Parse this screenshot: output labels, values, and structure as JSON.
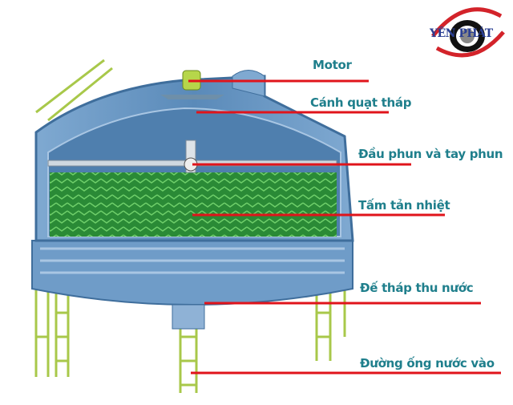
{
  "logo": {
    "text": "YÊN PHÁT"
  },
  "labels": {
    "motor": "Motor",
    "fan": "Cánh quạt tháp",
    "sprinkler": "Đầu phun và tay phun",
    "fill": "Tấm tản nhiệt",
    "basin": "Đế tháp thu nước",
    "inlet": "Đường ống nước vào"
  },
  "colors": {
    "label_text": "#1f7f8c",
    "leader_line": "#e0141b",
    "tower_body": "#5f8fbf",
    "fill_media": "#2f8f3a",
    "ladder": "#a8c84a"
  }
}
